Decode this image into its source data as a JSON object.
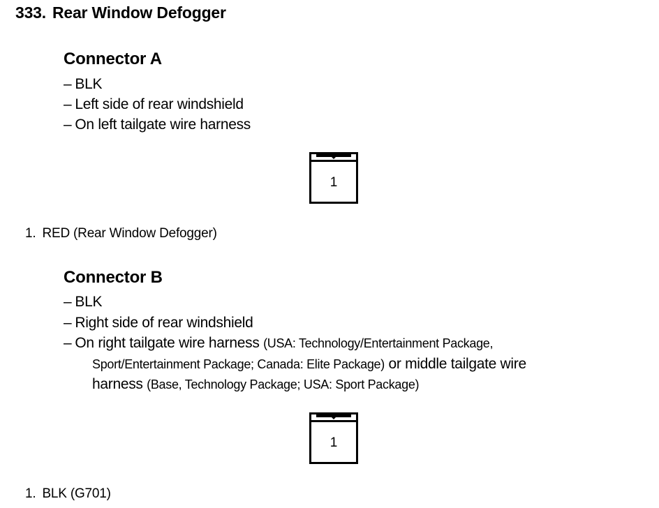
{
  "section": {
    "number": "333.",
    "title": "Rear Window Defogger"
  },
  "connectors": [
    {
      "heading": "Connector A",
      "details": [
        "BLK",
        "Left side of rear windshield",
        "On left tailgate wire harness"
      ],
      "dash": "–",
      "icon": "single-pin-connector-icon",
      "cavity_label": "1",
      "pins": [
        {
          "number": "1.",
          "description": "RED (Rear Window Defogger)"
        }
      ]
    },
    {
      "heading": "Connector B",
      "details": [
        "BLK",
        "Right side of rear windshield"
      ],
      "harness": {
        "part1": "On right tailgate wire harness ",
        "paren1_line1": "(USA: Technology/Entertainment Package,",
        "paren1_line2": "Sport/Entertainment Package; Canada: Elite Package)",
        "part2": " or middle tailgate wire",
        "part3": "harness ",
        "paren2": "(Base, Technology Package; USA: Sport Package)"
      },
      "dash": "–",
      "icon": "single-pin-connector-icon",
      "cavity_label": "1",
      "pins": [
        {
          "number": "1.",
          "description": "BLK (G701)"
        }
      ]
    }
  ]
}
